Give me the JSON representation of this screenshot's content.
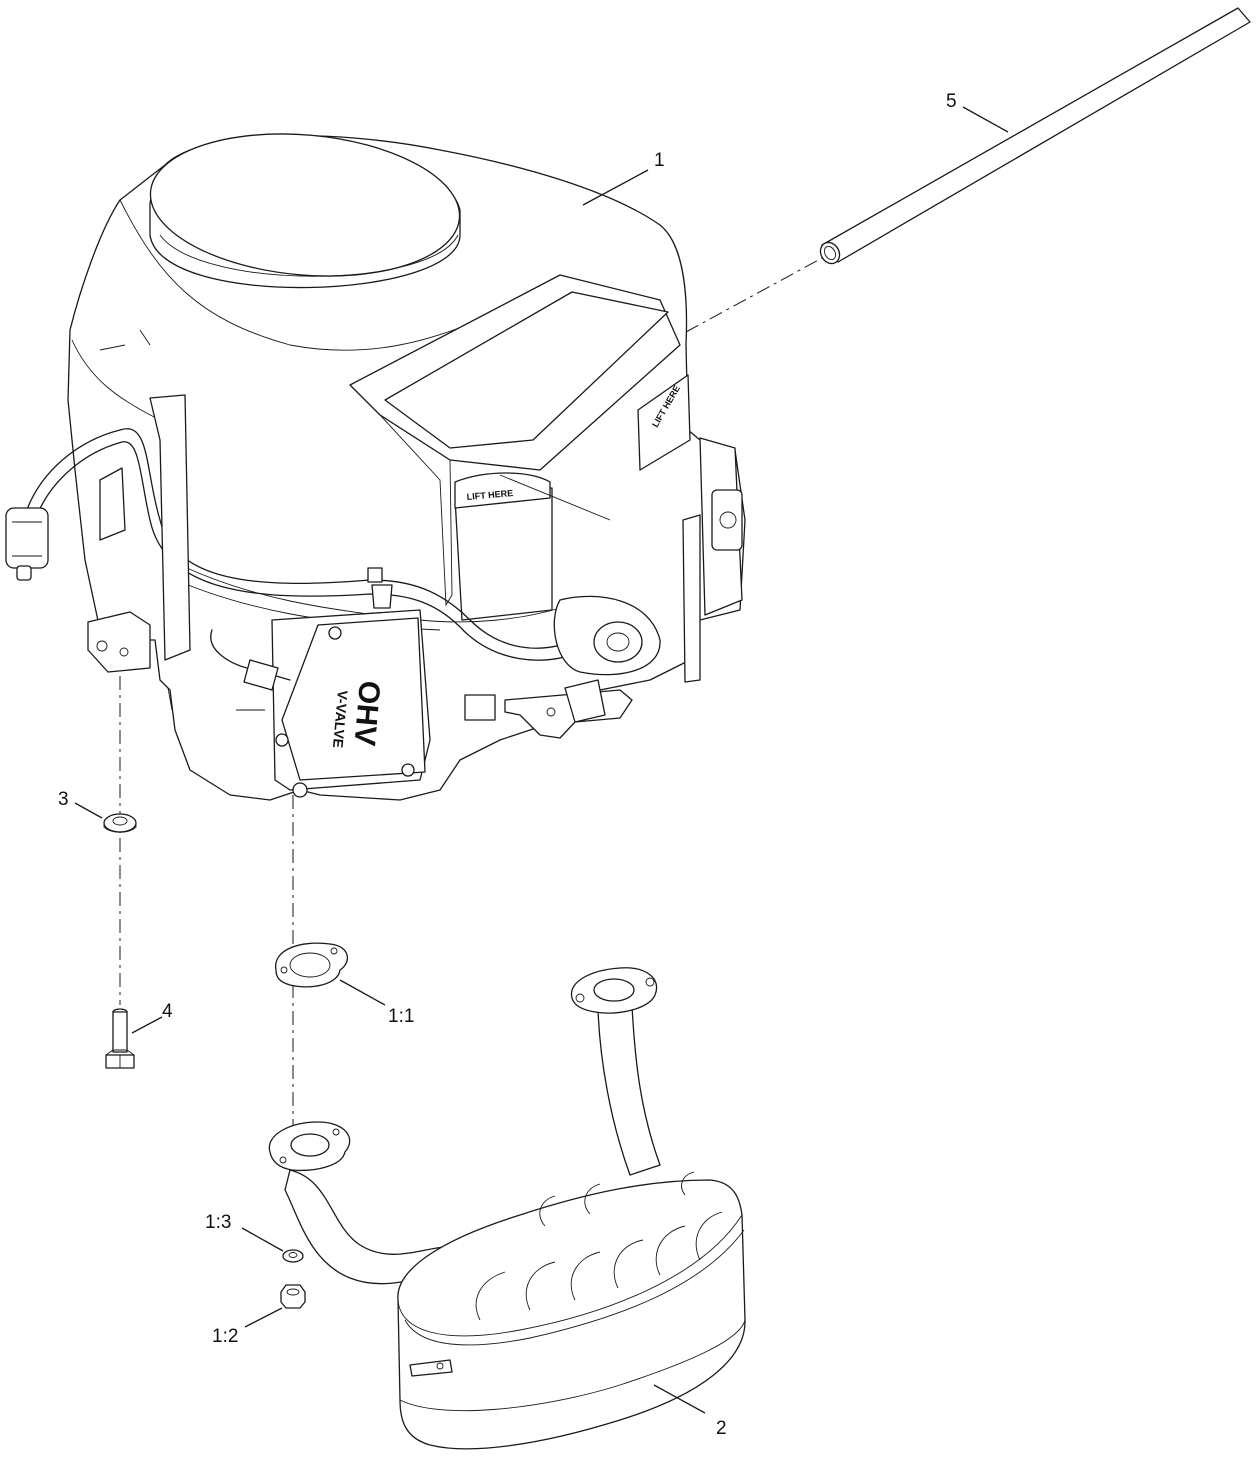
{
  "callouts": {
    "engine": "1",
    "gasket": "1:1",
    "nut": "1:2",
    "lock_washer": "1:3",
    "muffler": "2",
    "washer": "3",
    "bolt": "4",
    "tube": "5"
  },
  "engine_labels": {
    "lift_here_front": "LIFT HERE",
    "lift_here_side": "LIFT HERE",
    "valve_cover_main": "OHV",
    "valve_cover_sub": "V-VALVE"
  }
}
